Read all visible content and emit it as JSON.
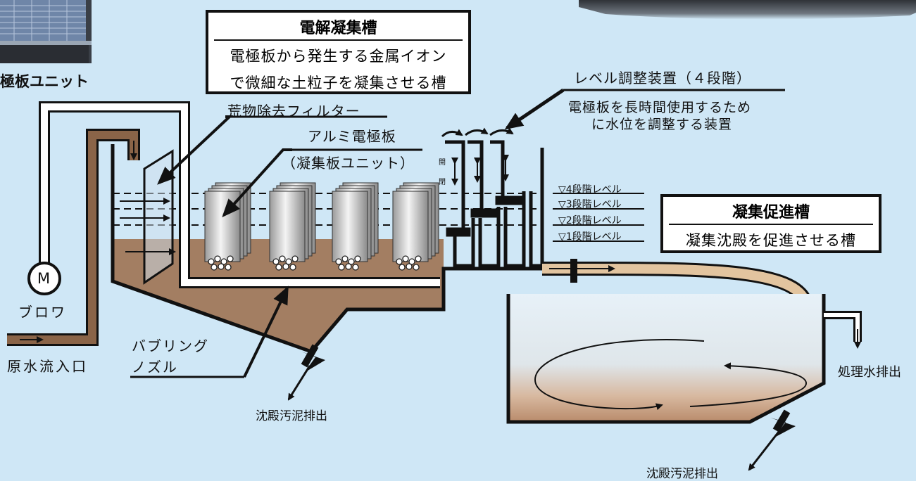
{
  "electrolytic_tank": {
    "title": "電解凝集槽",
    "desc_line1": "電極板から発生する金属イオン",
    "desc_line2": "で微細な土粒子を凝集させる槽"
  },
  "promotion_tank": {
    "title": "凝集促進槽",
    "desc": "凝集沈殿を促進させる槽"
  },
  "labels": {
    "electrode_unit": "極板ユニット",
    "level_device": "レベル調整装置（４段階）",
    "level_desc_line1": "電極板を長時間使用するため",
    "level_desc_line2": "に水位を調整する装置",
    "debris_filter": "荒物除去フィルター",
    "aluminum_electrode": "アルミ電極板",
    "coagulation_unit": "（凝集板ユニット）",
    "open": "開",
    "close": "閉",
    "blower_symbol": "M",
    "blower": "ブロワ",
    "raw_inlet": "原水流入口",
    "bubbling_line1": "バブリング",
    "bubbling_line2": "ノズル",
    "sludge_discharge_1": "沈殿汚泥排出",
    "sludge_discharge_2": "沈殿汚泥排出",
    "treated_discharge": "処理水排出"
  },
  "levels": [
    "▽4段階レベル",
    "▽3段階レベル",
    "▽2段階レベル",
    "▽1段階レベル"
  ],
  "colors": {
    "background": "#cfe7f6",
    "sludge": "#a37e62",
    "pipe_brown": "#8a6448",
    "hose": "#e2c49f",
    "outline": "#111111"
  }
}
